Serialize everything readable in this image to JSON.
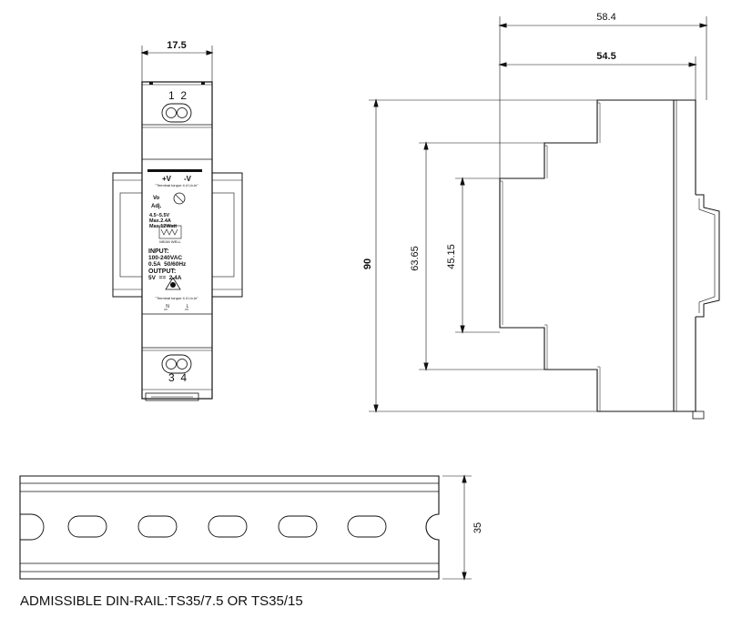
{
  "dimensions": {
    "front_width": "17.5",
    "side_depth_total": "58.4",
    "side_depth_body": "54.5",
    "height": "90",
    "step_height_outer": "63.65",
    "step_height_inner": "45.15",
    "rail_height": "35"
  },
  "front_panel": {
    "terminals_top": "1  2",
    "terminals_bottom": "3  4",
    "plus_v": "+V",
    "minus_v": "-V",
    "torque_note_top": "\"Terminal torque 4.4 Lb-in\"",
    "vo": "Vo",
    "adj": "Adj.",
    "range": "4.5~5.5V",
    "max_current": "Max.2.4A",
    "max_power": "Max.12Watt",
    "brand": "MEAN WELL",
    "input_label": "INPUT:",
    "input_voltage": "100-240VAC",
    "input_current": "0.5A  50/60Hz",
    "output_label": "OUTPUT:",
    "output_values": "5V  ==  2.4A",
    "torque_note_bottom": "\"Terminal torque 4.4 Lb-in\"",
    "n_label": "N",
    "l_label": "L"
  },
  "caption": "ADMISSIBLE DIN-RAIL:TS35/7.5 OR TS35/15"
}
